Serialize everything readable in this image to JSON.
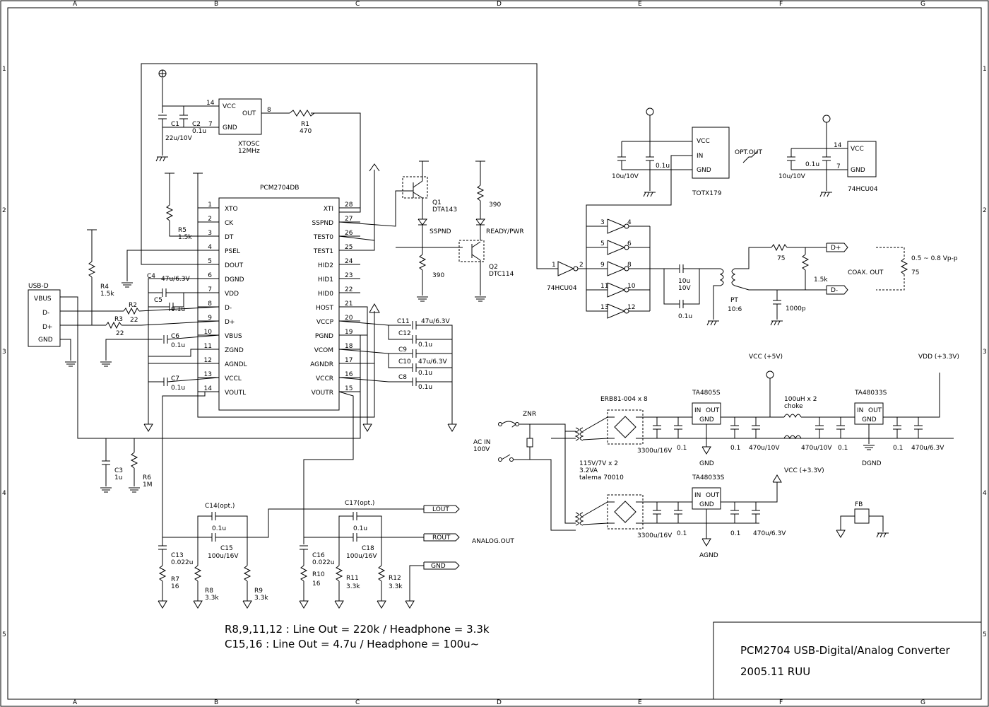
{
  "frame": {
    "cols": [
      "A",
      "B",
      "C",
      "D",
      "E",
      "F",
      "G"
    ],
    "rows": [
      "1",
      "2",
      "3",
      "4",
      "5"
    ]
  },
  "title_block": {
    "title": "PCM2704 USB-Digital/Analog Converter",
    "date": "2005.11 RUU"
  },
  "notes": [
    "R8,9,11,12 : Line Out = 220k / Headphone = 3.3k",
    "C15,16 : Line Out = 4.7u / Headphone = 100u~"
  ],
  "ic_main": {
    "name": "PCM2704DB",
    "left_pins": [
      {
        "num": "1",
        "name": "XTO"
      },
      {
        "num": "2",
        "name": "CK"
      },
      {
        "num": "3",
        "name": "DT"
      },
      {
        "num": "4",
        "name": "PSEL"
      },
      {
        "num": "5",
        "name": "DOUT"
      },
      {
        "num": "6",
        "name": "DGND"
      },
      {
        "num": "7",
        "name": "VDD"
      },
      {
        "num": "8",
        "name": "D-"
      },
      {
        "num": "9",
        "name": "D+"
      },
      {
        "num": "10",
        "name": "VBUS"
      },
      {
        "num": "11",
        "name": "ZGND"
      },
      {
        "num": "12",
        "name": "AGNDL"
      },
      {
        "num": "13",
        "name": "VCCL"
      },
      {
        "num": "14",
        "name": "VOUTL"
      }
    ],
    "right_pins": [
      {
        "num": "28",
        "name": "XTI"
      },
      {
        "num": "27",
        "name": "SSPND"
      },
      {
        "num": "26",
        "name": "TEST0"
      },
      {
        "num": "25",
        "name": "TEST1"
      },
      {
        "num": "24",
        "name": "HID2"
      },
      {
        "num": "23",
        "name": "HID1"
      },
      {
        "num": "22",
        "name": "HID0"
      },
      {
        "num": "21",
        "name": "HOST"
      },
      {
        "num": "20",
        "name": "VCCP"
      },
      {
        "num": "19",
        "name": "PGND"
      },
      {
        "num": "18",
        "name": "VCOM"
      },
      {
        "num": "17",
        "name": "AGNDR"
      },
      {
        "num": "16",
        "name": "VCCR"
      },
      {
        "num": "15",
        "name": "VOUTR"
      }
    ]
  },
  "xtosc": {
    "name": "XTOSC",
    "freq": "12MHz",
    "vcc": "VCC",
    "out": "OUT",
    "gnd": "GND",
    "pin14": "14",
    "pin7": "7",
    "pin8": "8"
  },
  "usb": {
    "title": "USB-D",
    "pins": [
      "VBUS",
      "D-",
      "D+",
      "GND"
    ]
  },
  "labels": {
    "c1": "C1",
    "c1v": "22u/10V",
    "c2": "C2",
    "c2v": "0.1u",
    "r1": "R1",
    "r1v": "470",
    "r5": "R5",
    "r5v": "1.5k",
    "r4": "R4",
    "r4v": "1.5k",
    "r2": "R2",
    "r2v": "22",
    "r3": "R3",
    "r3v": "22",
    "c4": "C4",
    "c4v": "47u/6.3V",
    "c5": "C5",
    "c5v": "0.1u",
    "c6": "C6",
    "c6v": "0.1u",
    "c7": "C7",
    "c7v": "0.1u",
    "c3": "C3",
    "c3v": "1u",
    "r6": "R6",
    "r6v": "1M",
    "c11": "C11",
    "c11v": "47u/6.3V",
    "c12": "C12",
    "c12v": "0.1u",
    "c9": "C9",
    "c10": "C10",
    "c10v1": "47u/6.3V",
    "c10v2": "0.1u",
    "c8": "C8",
    "c8v": "0.1u",
    "q1": "Q1",
    "q1v": "DTA143",
    "sspnd": "SSPND",
    "r390a": "390",
    "q2": "Q2",
    "q2v": "DTC114",
    "ready": "READY/PWR",
    "r390b": "390",
    "totx": "TOTX179",
    "totx_vcc": "VCC",
    "totx_in": "IN",
    "totx_gnd": "GND",
    "opt": "OPT.OUT",
    "c10u": "10u/10V",
    "c01u": "0.1u",
    "hc_name": "74HCU04",
    "hc_vcc": "VCC",
    "hc_gnd": "GND",
    "hc_14": "14",
    "hc_7": "7",
    "hc_c1": "10u/10V",
    "hc_c2": "0.1u",
    "inv_label": "74HCU04",
    "inv_in": "1",
    "inv_out": "2",
    "inv_pins": [
      [
        "3",
        "4"
      ],
      [
        "5",
        "6"
      ],
      [
        "9",
        "8"
      ],
      [
        "11",
        "10"
      ],
      [
        "13",
        "12"
      ]
    ],
    "cap10": "10u",
    "cap10v": "10V",
    "cap01": "0.1u",
    "pt": "PT",
    "ptv": "10:6",
    "r75": "75",
    "r15k": "1.5k",
    "c1000": "1000p",
    "dplus": "D+",
    "dminus": "D-",
    "coax": "COAX. OUT",
    "vpp": "0.5 ~ 0.8 Vp-p",
    "r75b": "75",
    "c13": "C13",
    "c13v": "0.022u",
    "r7": "R7",
    "r7v": "16",
    "c14": "C14(opt.)",
    "c14v": "0.1u",
    "c15": "C15",
    "c15v": "100u/16V",
    "r8": "R8",
    "r8v": "3.3k",
    "r9": "R9",
    "r9v": "3.3k",
    "c16": "C16",
    "c16v": "0.022u",
    "r10": "R10",
    "r10v": "16",
    "c17": "C17(opt.)",
    "c17v": "0.1u",
    "c18": "C18",
    "c18v": "100u/16V",
    "r11": "R11",
    "r11v": "3.3k",
    "r12": "R12",
    "r12v": "3.3k",
    "lout": "LOUT",
    "rout": "ROUT",
    "gnd_tag": "GND",
    "analog": "ANALOG.OUT",
    "znr": "ZNR",
    "acin": "AC IN",
    "acv": "100V",
    "erb": "ERB81-004 x 8",
    "trans1": "115V/7V x 2",
    "trans2": "3.2VA",
    "trans3": "talema 70010",
    "ta4805": "TA4805S",
    "ta48033a": "TA48033S",
    "ta48033b": "TA48033S",
    "reg_in": "IN",
    "reg_out": "OUT",
    "reg_gnd": "GND",
    "vcc5": "VCC (+5V)",
    "vdd33": "VDD (+3.3V)",
    "vcc33": "VCC (+3.3V)",
    "choke1": "100uH x 2",
    "choke2": "choke",
    "c3300a": "3300u/16V",
    "c01a": "0.1",
    "gnd1": "GND",
    "c01b": "0.1",
    "c470a": "470u/10V",
    "c470b": "470u/10V",
    "c01c": "0.1",
    "c01d": "0.1",
    "c470c": "470u/6.3V",
    "dgnd": "DGND",
    "c3300b": "3300u/16V",
    "c01e": "0.1",
    "c01f": "0.1",
    "c470d": "470u/6.3V",
    "agnd": "AGND",
    "fb": "FB"
  }
}
